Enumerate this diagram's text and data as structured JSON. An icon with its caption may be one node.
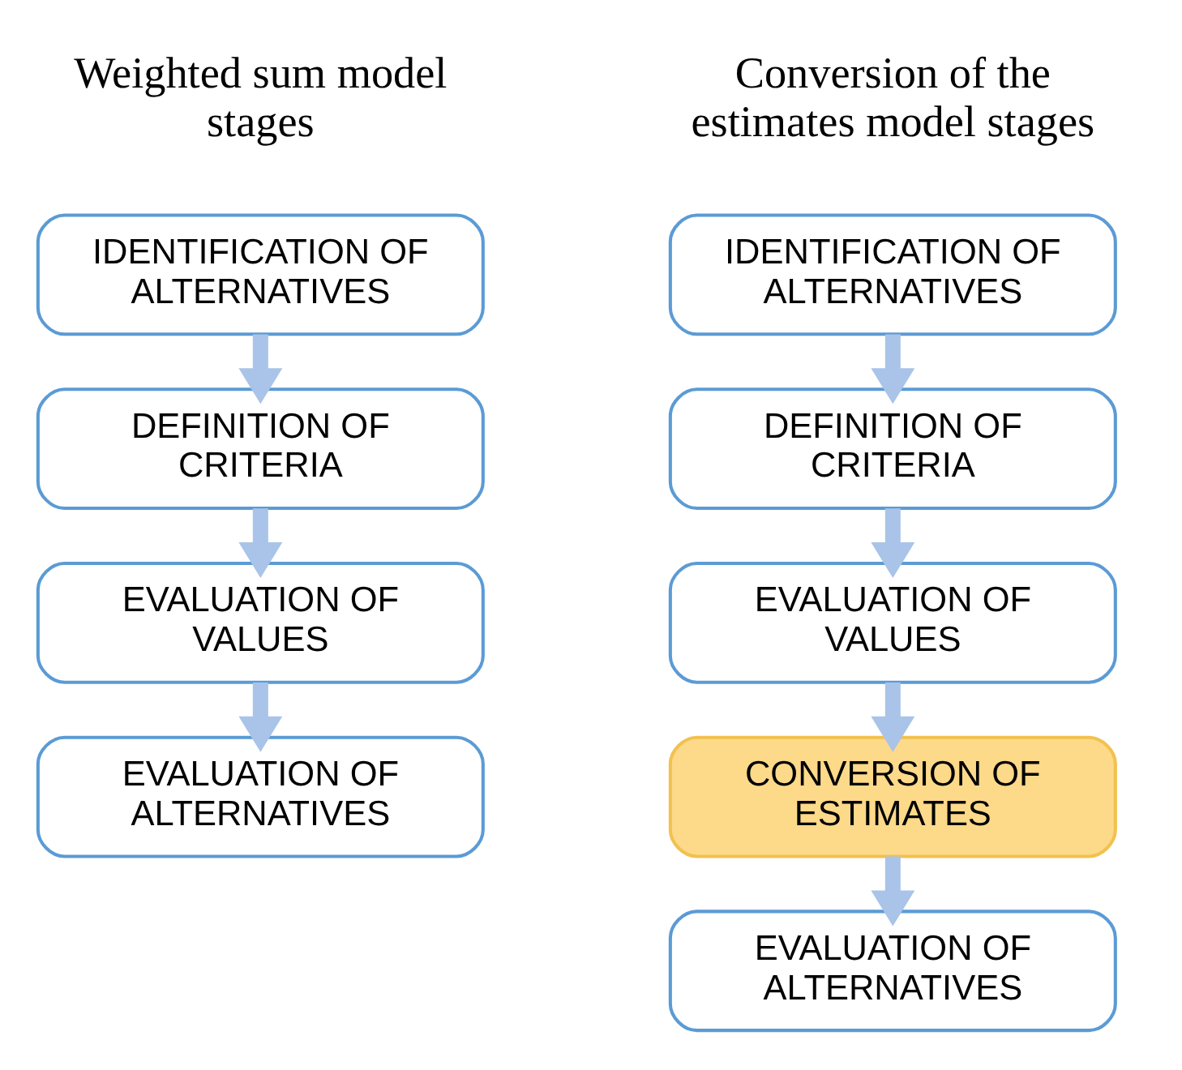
{
  "diagram": {
    "nodes": [
      {
        "text": [
          "IDENTIFICATION OF ALTERNATIVES"
        ]
      },
      {
        "text": [
          "DEFINITION OF CRITERIA"
        ]
      },
      {
        "text": [
          "EVALUATION OF VALUES"
        ]
      },
      {
        "text": [
          "EVALUATION OF ALTERNATIVES"
        ]
      },
      {
        "text": [
          "IDENTIFICATION OF ALTERNATIVES"
        ]
      },
      {
        "text": [
          "DEFINITION OF CRITERIA"
        ]
      },
      {
        "text": [
          "EVALUATION OF VALUES"
        ]
      },
      {
        "text": [
          "CONVERSION OF ESTIMATES"
        ]
      },
      {
        "text": [
          "EVALUATION OF ALTERNATIVES"
        ]
      }
    ],
    "edges": [
      {
        "from": 0,
        "to": 1,
        "arrow": "to"
      },
      {
        "from": 1,
        "to": 2,
        "arrow": "to"
      },
      {
        "from": 2,
        "to": 3,
        "arrow": "to"
      },
      {
        "from": 4,
        "to": 5,
        "arrow": "to"
      },
      {
        "from": 5,
        "to": 6,
        "arrow": "to"
      },
      {
        "from": 6,
        "to": 7,
        "arrow": "to"
      },
      {
        "from": 7,
        "to": 8,
        "arrow": "to"
      }
    ],
    "labels": [
      "Weighted sum model stages",
      "Conversion of the estimates model stages"
    ]
  }
}
